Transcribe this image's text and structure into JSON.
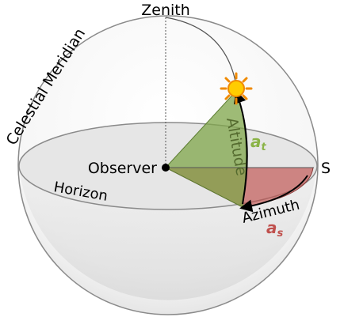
{
  "diagram": {
    "labels": {
      "zenith": "Zenith",
      "celestial_meridian": "Celestial Meridian",
      "observer": "Observer",
      "horizon": "Horizon",
      "south": "S",
      "altitude": "Altitude",
      "azimuth": "Azimuth",
      "altitude_symbol": "a",
      "altitude_subscript": "t",
      "azimuth_symbol": "a",
      "azimuth_subscript": "s"
    },
    "colors": {
      "altitude_fill": "#7fa64a",
      "azimuth_fill": "#c0504d",
      "horizon_fill": "#e6e6e6",
      "sun": "#ffcc00",
      "sun_rays": "#f08a00",
      "altitude_symbol": "#8ab346",
      "azimuth_symbol": "#c0504d"
    },
    "icons": {
      "sun": "sun-icon"
    }
  }
}
